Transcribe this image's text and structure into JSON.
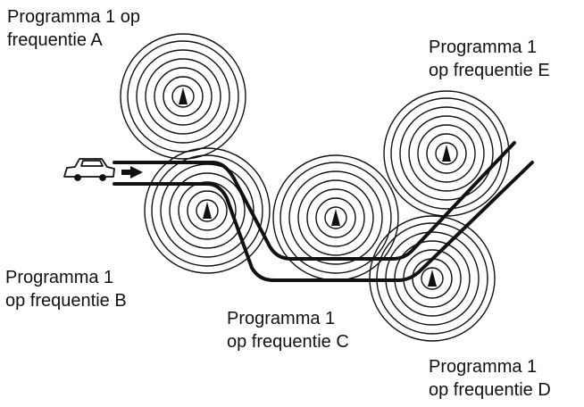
{
  "labels": {
    "a": {
      "line1": "Programma 1 op",
      "line2": "frequentie A"
    },
    "b": {
      "line1": "Programma 1",
      "line2": "op frequentie B"
    },
    "c": {
      "line1": "Programma 1",
      "line2": "op frequentie C"
    },
    "d": {
      "line1": "Programma 1",
      "line2": "op frequentie D"
    },
    "e": {
      "line1": "Programma 1",
      "line2": "op frequentie E"
    }
  },
  "icons": {
    "vehicle": "car-icon",
    "direction": "arrow-right-icon",
    "transmitter": "antenna-icon"
  },
  "colors": {
    "ink": "#111111",
    "background": "#ffffff"
  }
}
